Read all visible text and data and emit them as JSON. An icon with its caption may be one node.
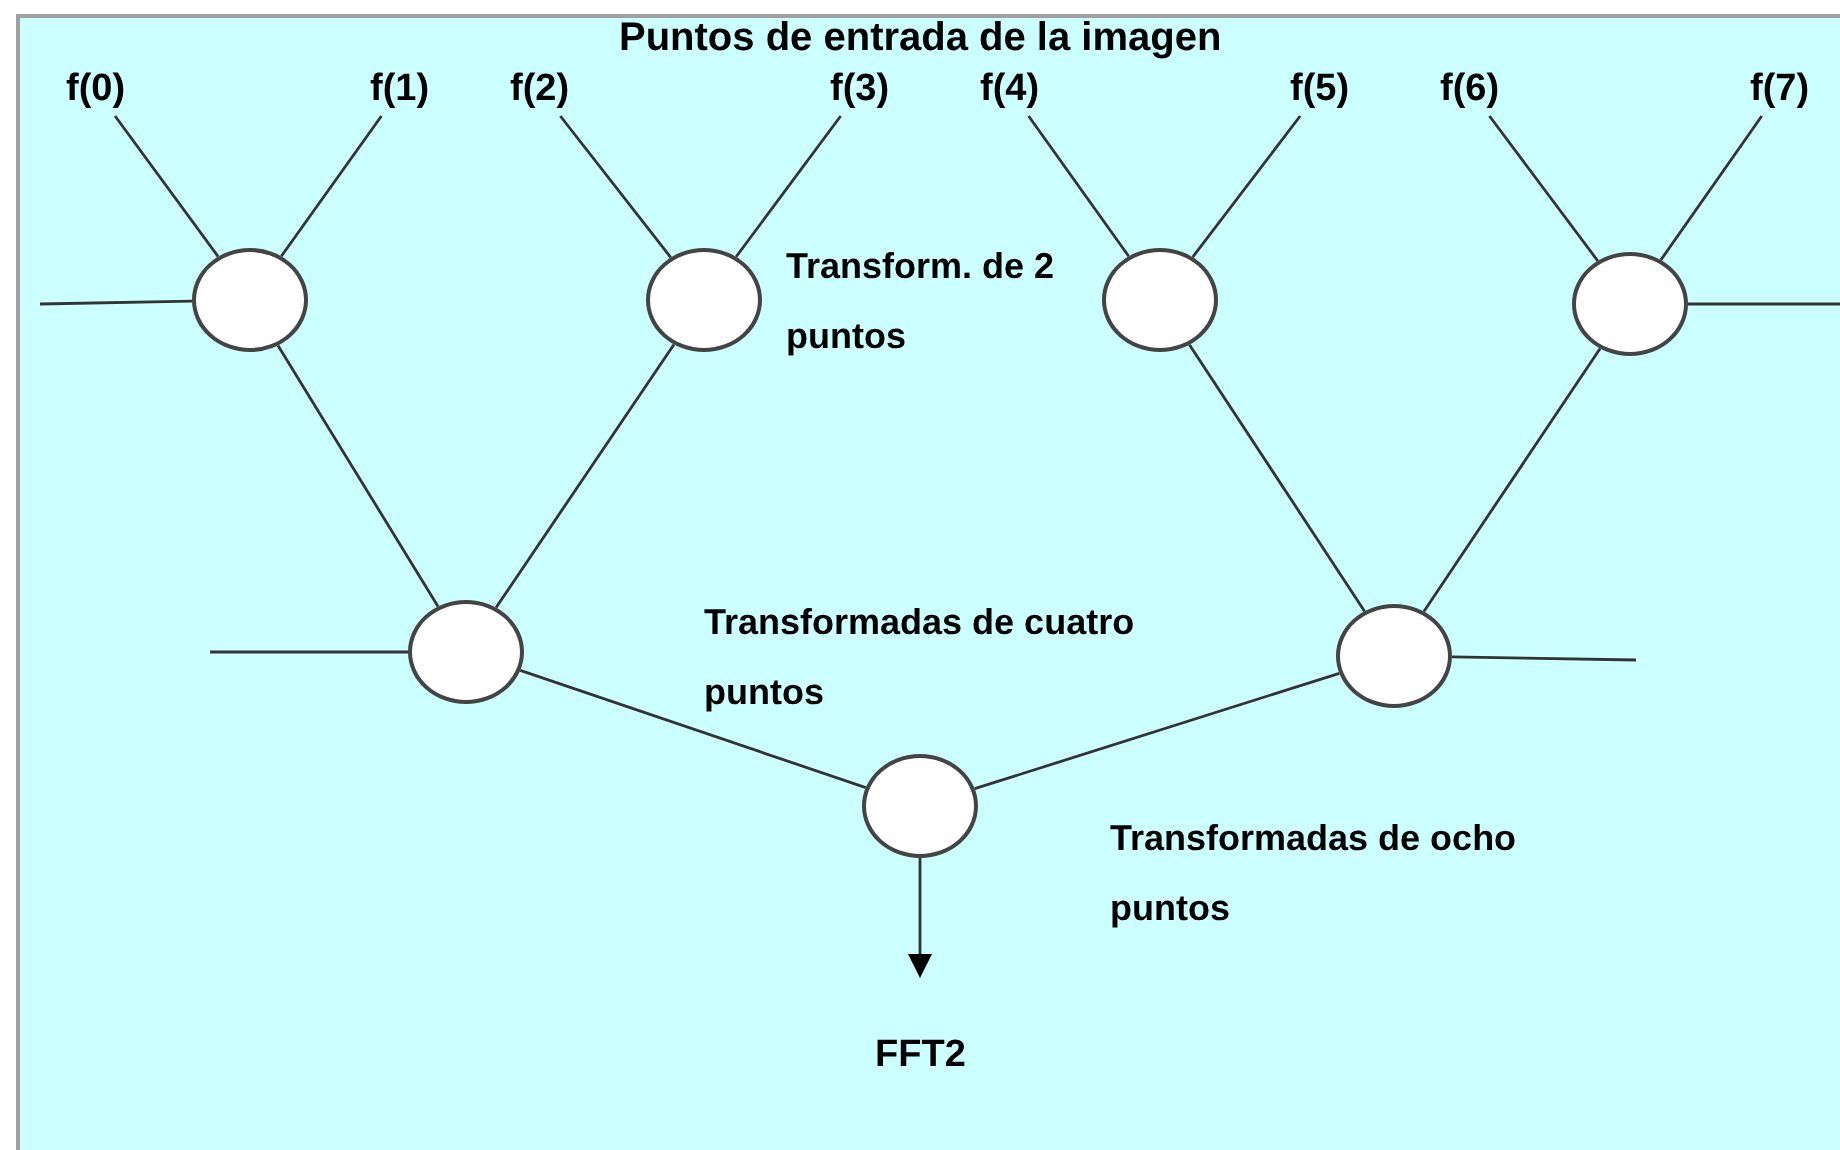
{
  "diagram": {
    "title": "Puntos de entrada de la imagen",
    "nodes": [
      {
        "text": [
          "f(0)"
        ]
      },
      {
        "text": [
          "f(1)"
        ]
      },
      {
        "text": [
          "f(2)"
        ]
      },
      {
        "text": [
          "f(3)"
        ]
      },
      {
        "text": [
          "f(4)"
        ]
      },
      {
        "text": [
          "f(5)"
        ]
      },
      {
        "text": [
          "f(6)"
        ]
      },
      {
        "text": [
          "f(7)"
        ]
      },
      {
        "text": [],
        "shape": "circle"
      },
      {
        "text": [],
        "shape": "circle"
      },
      {
        "text": [],
        "shape": "circle"
      },
      {
        "text": [],
        "shape": "circle"
      },
      {
        "text": [],
        "shape": "circle"
      },
      {
        "text": [],
        "shape": "circle"
      },
      {
        "text": [],
        "shape": "circle"
      },
      {
        "text": [
          "FFT2"
        ]
      }
    ],
    "edges": [
      {
        "from": 0,
        "to": 8,
        "arrow": "none"
      },
      {
        "from": 1,
        "to": 8,
        "arrow": "none"
      },
      {
        "from": 2,
        "to": 9,
        "arrow": "none"
      },
      {
        "from": 3,
        "to": 9,
        "arrow": "none"
      },
      {
        "from": 4,
        "to": 10,
        "arrow": "none"
      },
      {
        "from": 5,
        "to": 10,
        "arrow": "none"
      },
      {
        "from": 6,
        "to": 11,
        "arrow": "none"
      },
      {
        "from": 7,
        "to": 11,
        "arrow": "none"
      },
      {
        "from": null,
        "to": 8,
        "arrow": "none"
      },
      {
        "from": 11,
        "to": null,
        "arrow": "none"
      },
      {
        "from": 8,
        "to": 12,
        "arrow": "none"
      },
      {
        "from": 9,
        "to": 12,
        "arrow": "none"
      },
      {
        "from": 10,
        "to": 13,
        "arrow": "none"
      },
      {
        "from": 11,
        "to": 13,
        "arrow": "none"
      },
      {
        "from": null,
        "to": 12,
        "arrow": "none"
      },
      {
        "from": 13,
        "to": null,
        "arrow": "none"
      },
      {
        "from": 12,
        "to": 14,
        "arrow": "none"
      },
      {
        "from": 13,
        "to": 14,
        "arrow": "none"
      },
      {
        "from": 14,
        "to": 15,
        "arrow": "to"
      }
    ],
    "labels": [
      "Transform. de 2 puntos",
      "Transformadas de cuatro puntos",
      "Transformadas de ocho puntos"
    ]
  }
}
